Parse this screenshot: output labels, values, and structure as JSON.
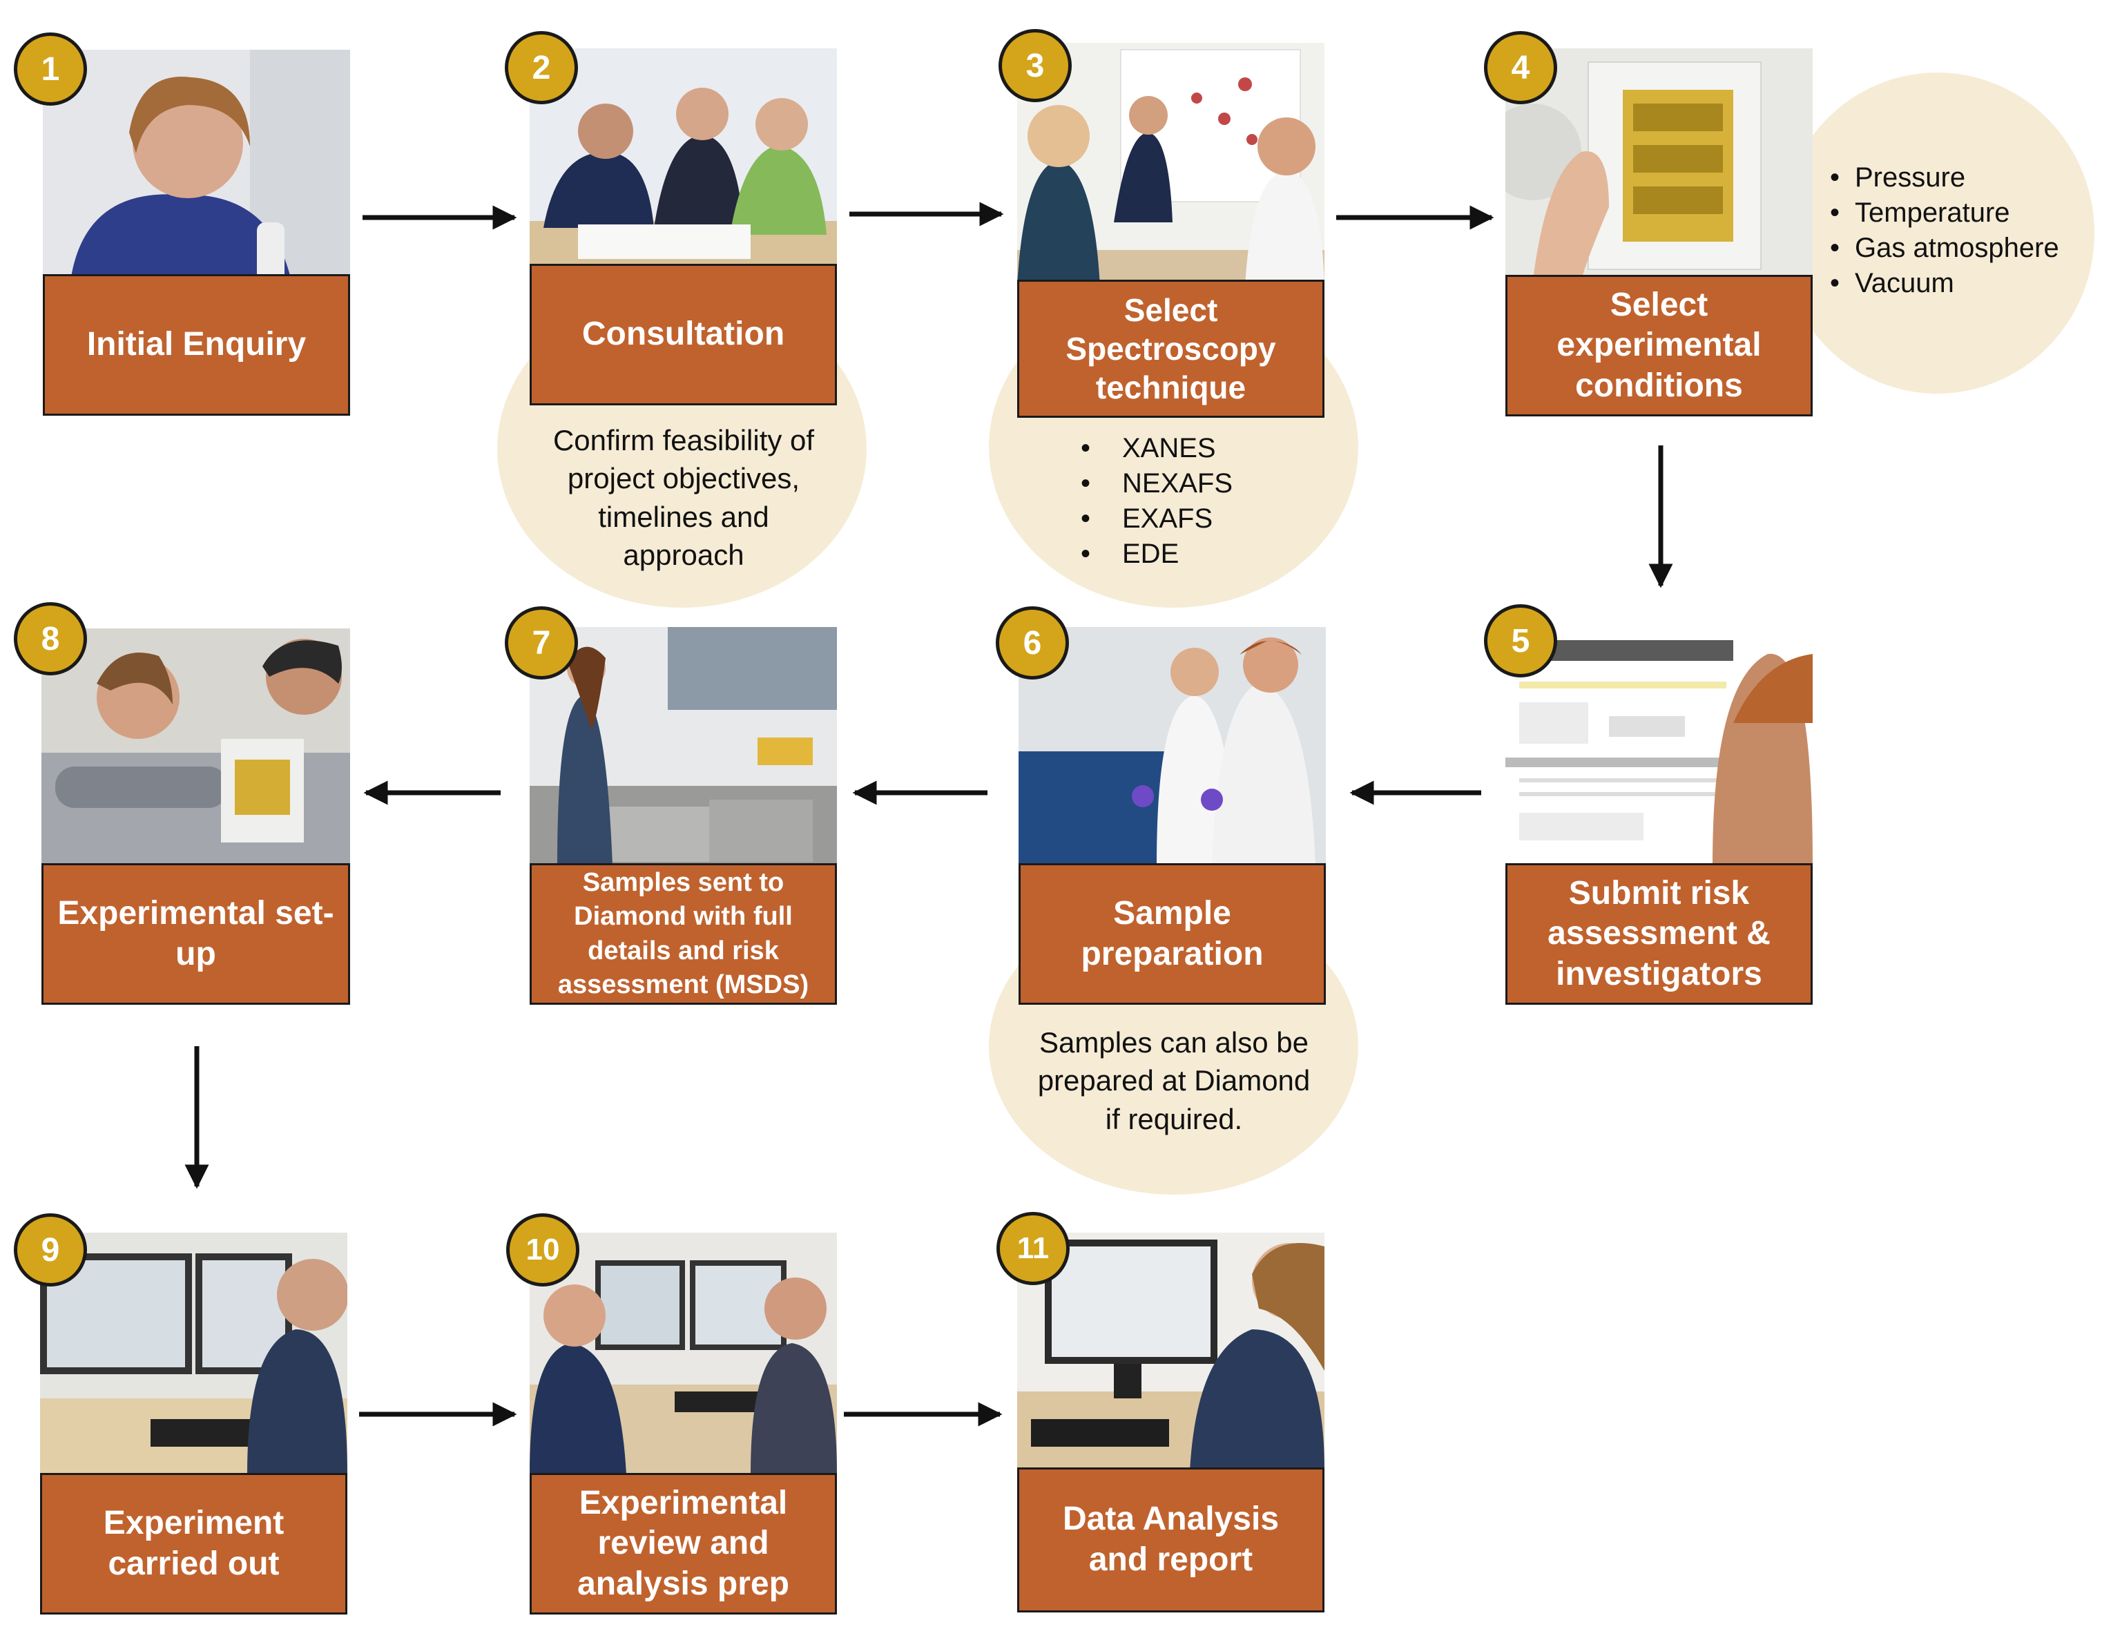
{
  "steps": [
    {
      "number": "1",
      "label": "Initial Enquiry"
    },
    {
      "number": "2",
      "label": "Consultation"
    },
    {
      "number": "3",
      "label": "Select Spectroscopy\ntechnique"
    },
    {
      "number": "4",
      "label": "Select\nexperimental\nconditions"
    },
    {
      "number": "5",
      "label": "Submit risk\nassessment &\ninvestigators"
    },
    {
      "number": "6",
      "label": "Sample\npreparation"
    },
    {
      "number": "7",
      "label": "Samples sent to\nDiamond with full\ndetails and risk\nassessment (MSDS)"
    },
    {
      "number": "8",
      "label": "Experimental set-up"
    },
    {
      "number": "9",
      "label": "Experiment\ncarried out"
    },
    {
      "number": "10",
      "label": "Experimental\nreview and\nanalysis prep"
    },
    {
      "number": "11",
      "label": "Data Analysis\nand report"
    }
  ],
  "notes": {
    "consultation": "Confirm feasibility of\nproject objectives,\ntimelines and\napproach",
    "spectroscopy": [
      "XANES",
      "NEXAFS",
      "EXAFS",
      "EDE"
    ],
    "conditions": [
      "Pressure",
      "Temperature",
      "Gas atmosphere",
      "Vacuum"
    ],
    "preparation": "Samples can also be\nprepared at Diamond\nif required."
  },
  "colors": {
    "label_fill": "#c0622e",
    "badge_fill": "#d4a51a",
    "note_fill": "#f6ecd6",
    "arrow": "#111111"
  },
  "icons": {
    "badge": "numbered-circle",
    "photo": "photo-scene"
  }
}
